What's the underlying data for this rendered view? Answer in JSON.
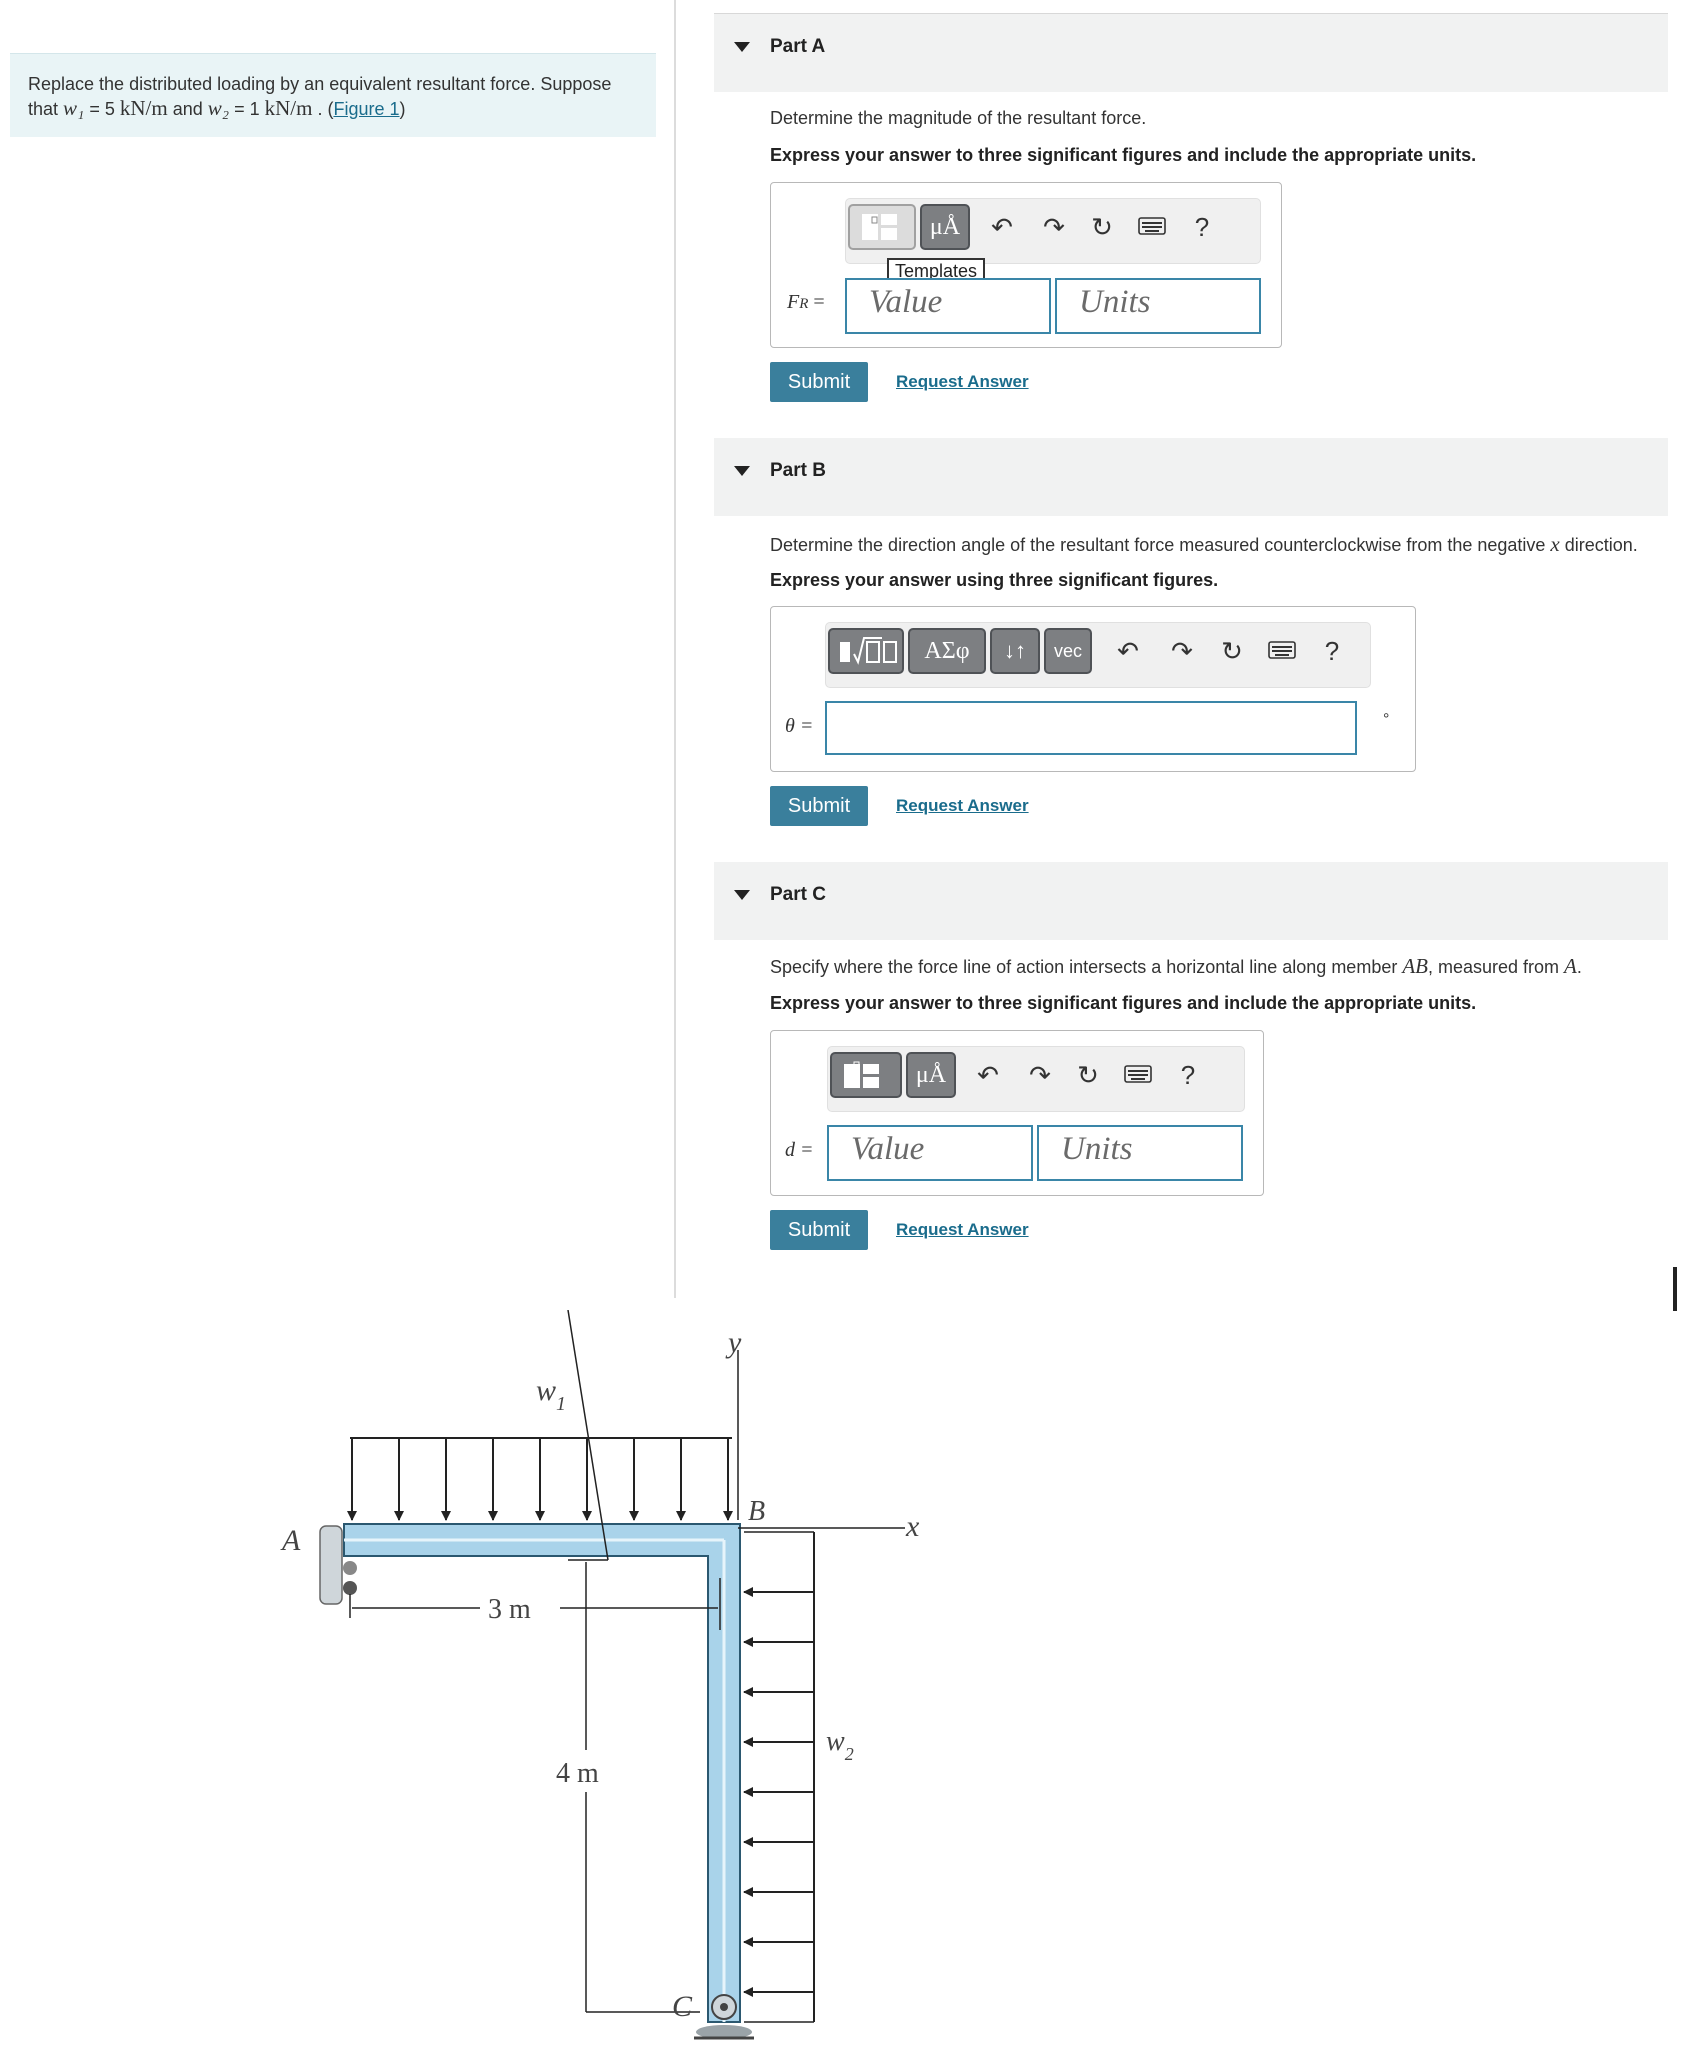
{
  "problem": {
    "text_before": "Replace the distributed loading by an equivalent resultant force. Suppose that ",
    "w1": "w₁",
    "w1_eq": " = 5 ",
    "w1_unit": "kN/m",
    "and": " and ",
    "w2": "w₂",
    "w2_eq": " = 1 ",
    "w2_unit": "kN/m",
    "tail": " . (",
    "figure_link": "Figure 1",
    "close": ")"
  },
  "parts": [
    {
      "title": "Part A",
      "question": "Determine the magnitude of the resultant force.",
      "instruction": "Express your answer to three significant figures and include the appropriate units.",
      "variable_label": "F",
      "variable_sub": "R",
      "equals": " =",
      "value_placeholder": "Value",
      "units_placeholder": "Units",
      "tooltip": "Templates",
      "submit": "Submit",
      "request": "Request Answer"
    },
    {
      "title": "Part B",
      "question_before": "Determine the direction angle of the resultant force measured counterclockwise from the negative ",
      "question_var": "x",
      "question_after": " direction.",
      "instruction": "Express your answer using three significant figures.",
      "variable_label": "θ =",
      "unit_symbol": "°",
      "tool_greek": "ΑΣφ",
      "tool_arrows": "↓↑",
      "tool_vec": "vec",
      "submit": "Submit",
      "request": "Request Answer"
    },
    {
      "title": "Part C",
      "question_before": "Specify where the force line of action intersects a horizontal line along member ",
      "question_var1": "AB",
      "question_mid": ", measured from ",
      "question_var2": "A",
      "question_after": ".",
      "instruction": "Express your answer to three significant figures and include the appropriate units.",
      "variable_label": "d =",
      "value_placeholder": "Value",
      "units_placeholder": "Units",
      "submit": "Submit",
      "request": "Request Answer"
    }
  ],
  "toolbar": {
    "units_tool": "μÅ",
    "help": "?"
  },
  "figure": {
    "label_y": "y",
    "label_x": "x",
    "label_w1": "w",
    "label_w1_sub": "1",
    "label_w2": "w",
    "label_w2_sub": "2",
    "label_A": "A",
    "label_B": "B",
    "label_C": "C",
    "dim_3m": "3 m",
    "dim_4m": "4 m"
  },
  "colors": {
    "accent": "#3a7f9c",
    "link": "#1a6c8c",
    "problem_bg": "#e9f4f6",
    "part_bar": "#f1f2f2",
    "beam": "#a9d3ea"
  }
}
